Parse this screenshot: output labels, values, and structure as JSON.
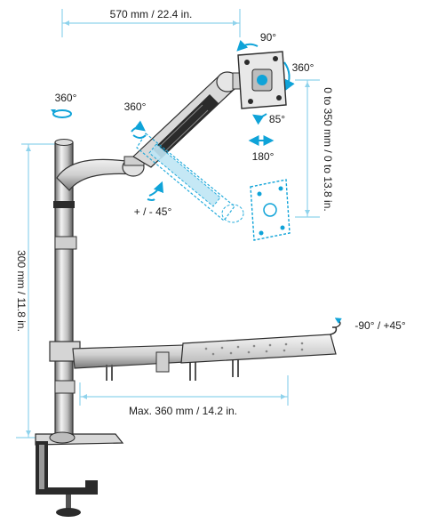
{
  "labels": {
    "width_top": "570 mm / 22.4 in.",
    "rot_90": "90°",
    "rot_360_monitor": "360°",
    "rot_360_pole": "360°",
    "rot_360_joint": "360°",
    "tilt_85": "85°",
    "swivel_180": "180°",
    "tilt_45": "+ / - 45°",
    "height_pole": "300 mm / 11.8 in.",
    "height_arm": "0 to 350 mm / 0 to 13.8 in.",
    "tray_tilt": "-90° / +45°",
    "width_bottom": "Max. 360 mm / 14.2 in."
  },
  "colors": {
    "dim_line": "#8fd3ec",
    "arrow_blue": "#0fa3d8",
    "metal_dark": "#2b2b2b",
    "metal_mid": "#9a9a9a",
    "metal_light": "#e6e6e6"
  }
}
